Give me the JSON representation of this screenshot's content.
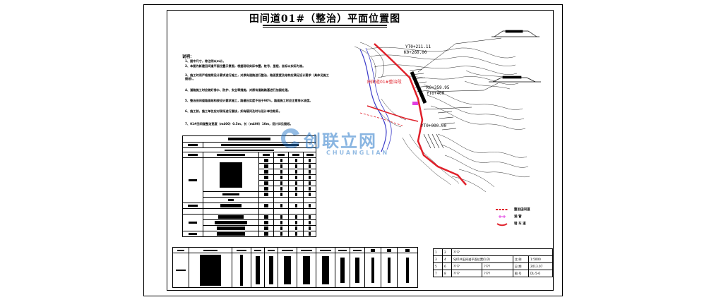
{
  "title": "田间道01#（整治）平面位置图",
  "notes": {
    "heading": "说明：",
    "items": [
      "1、图中尺寸，除注明以m计。",
      "2、本图为新建田间道平面位置示意图，根据现场实际布置，桩号、里程、坐标以实际为准。",
      "3、施工时须严格按照设计要求进行施工，对原有道路进行整治，路面宽度及结构应满足设计要求（具体见施工图纸）。",
      "4、道路施工时应做好排水、防护、安全等措施，对原有道路路基进行加固处理。",
      "5、整治田间道路面结构按设计要求施工，路基压实度不低于90%，路面施工时应注意排水坡度。",
      "6、施工前，施工单位应对现场进行复核，如有疑问及时与设计单位联系。",
      "7、01#田间道整治宽度（m400）0.5m，长（m400）10m，设计详见图纸。"
    ]
  },
  "map_labels": {
    "label_1": "YT0+211.11",
    "label_2": "K0+260.00",
    "label_3": "K0+359.95",
    "label_4": "YT0+400",
    "label_5": "YT0+000.00",
    "red_label": "田间道01#整治段"
  },
  "legend": {
    "items": [
      {
        "label": "整治田间道"
      },
      {
        "label": "涵    管"
      },
      {
        "label": "错 车 道"
      }
    ]
  },
  "title_block": {
    "row1": [
      "1",
      "2",
      "????"
    ],
    "row2": [
      "3",
      "4",
      "SJ01#田间道平面位置(1/2)",
      "比 例",
      "1:5000"
    ],
    "row3": [
      "5",
      "6",
      "????",
      "????",
      "日 期",
      "2013.07"
    ],
    "row4": [
      "7",
      "8",
      "????",
      "????",
      "图 号",
      "DL-5-6"
    ]
  },
  "watermark": {
    "text": "创联立网",
    "sub": "CHUANGLIAN"
  },
  "colors": {
    "road": "#e0202a",
    "culvert": "#e040e0",
    "contour": "#333333",
    "river": "#3a3ac8"
  }
}
